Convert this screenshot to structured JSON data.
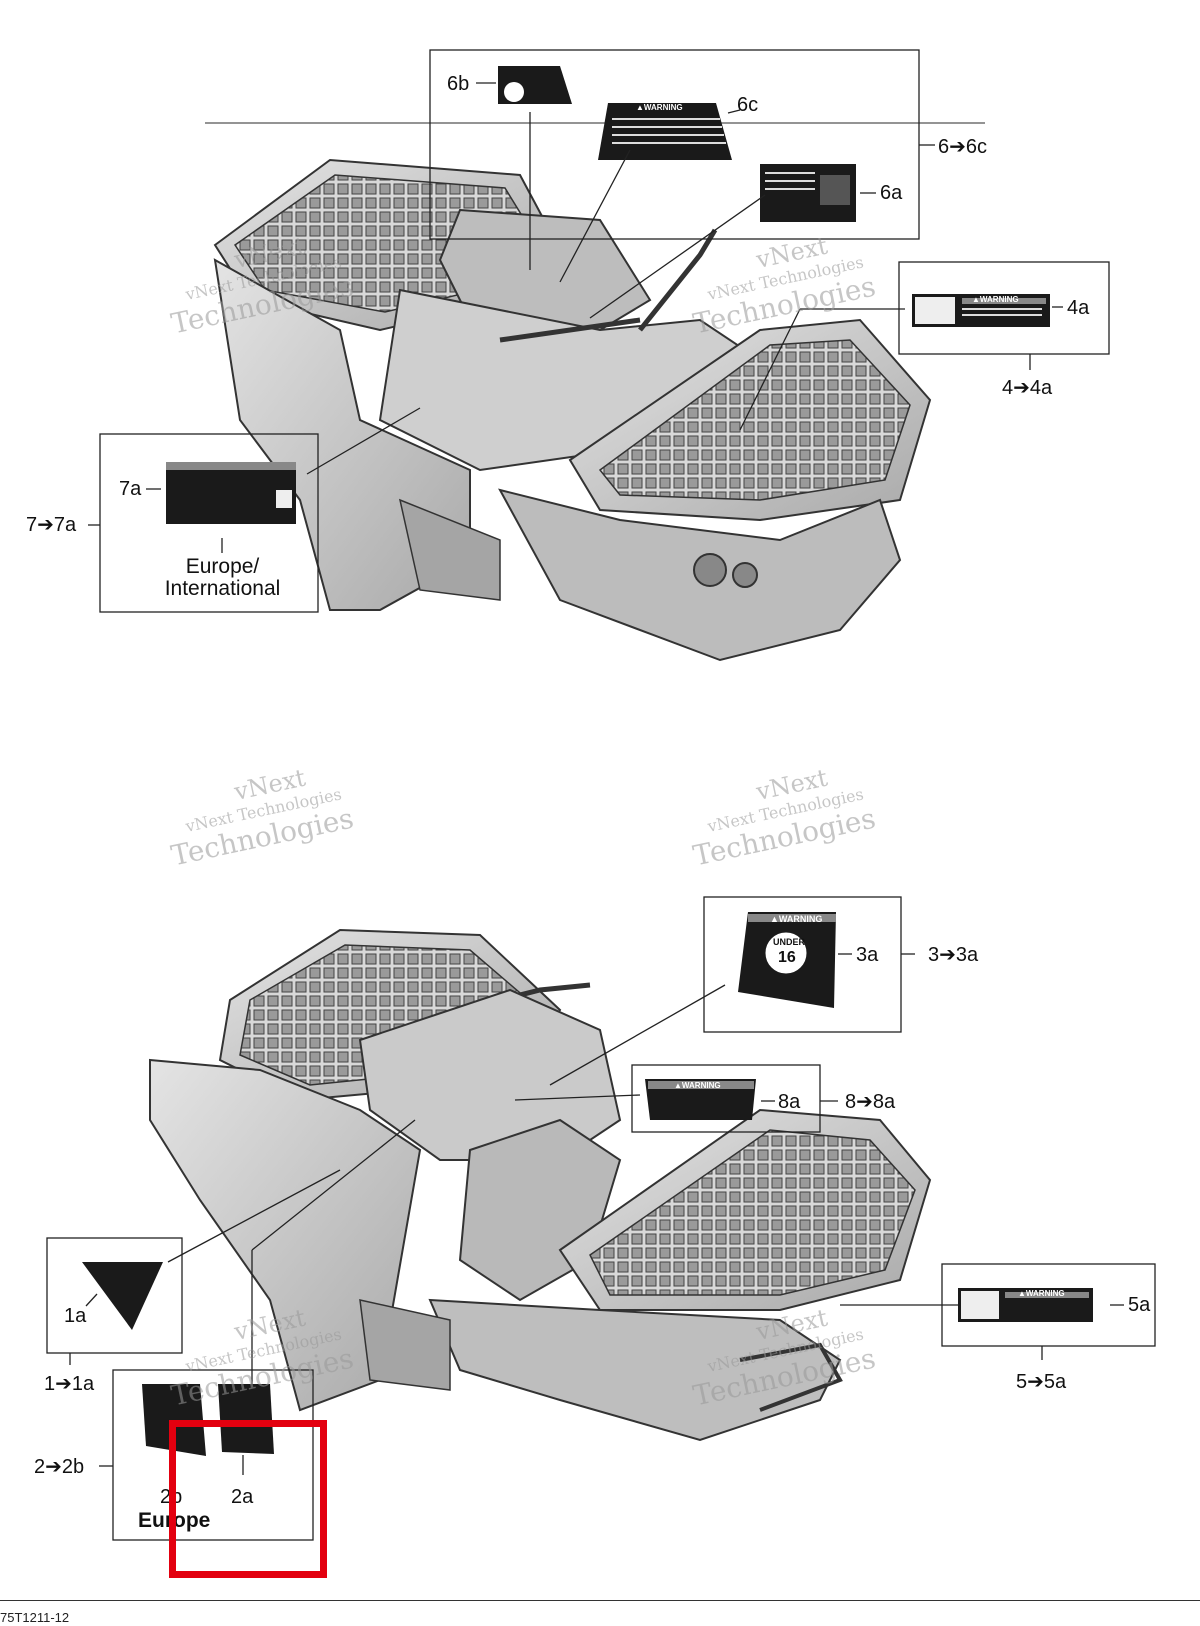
{
  "callouts": {
    "c6b": "6b",
    "c6c": "6c",
    "c6a": "6a",
    "c6group": "6➔6c",
    "c4a": "4a",
    "c4group": "4➔4a",
    "c7a": "7a",
    "c7group": "7➔7a",
    "c7region": "Europe/\nInternational",
    "c3a": "3a",
    "c3group": "3➔3a",
    "c8a": "8a",
    "c8group": "8➔8a",
    "c1a": "1a",
    "c1group": "1➔1a",
    "c5a": "5a",
    "c5group": "5➔5a",
    "c2b": "2b",
    "c2a": "2a",
    "c2group": "2➔2b",
    "c2region": "Europe"
  },
  "decals": {
    "warning_title": "▲WARNING",
    "under16_top": "UNDER",
    "under16_num": "16"
  },
  "watermark": {
    "line1": "vNext",
    "line2": "vNext Technologies",
    "line3": "Technologies"
  },
  "figure_code": "75T1211-12",
  "colors": {
    "line": "#222222",
    "decal_dark": "#1a1a1a",
    "body_gray": "#c9c9c9",
    "highlight": "#e3000f"
  }
}
